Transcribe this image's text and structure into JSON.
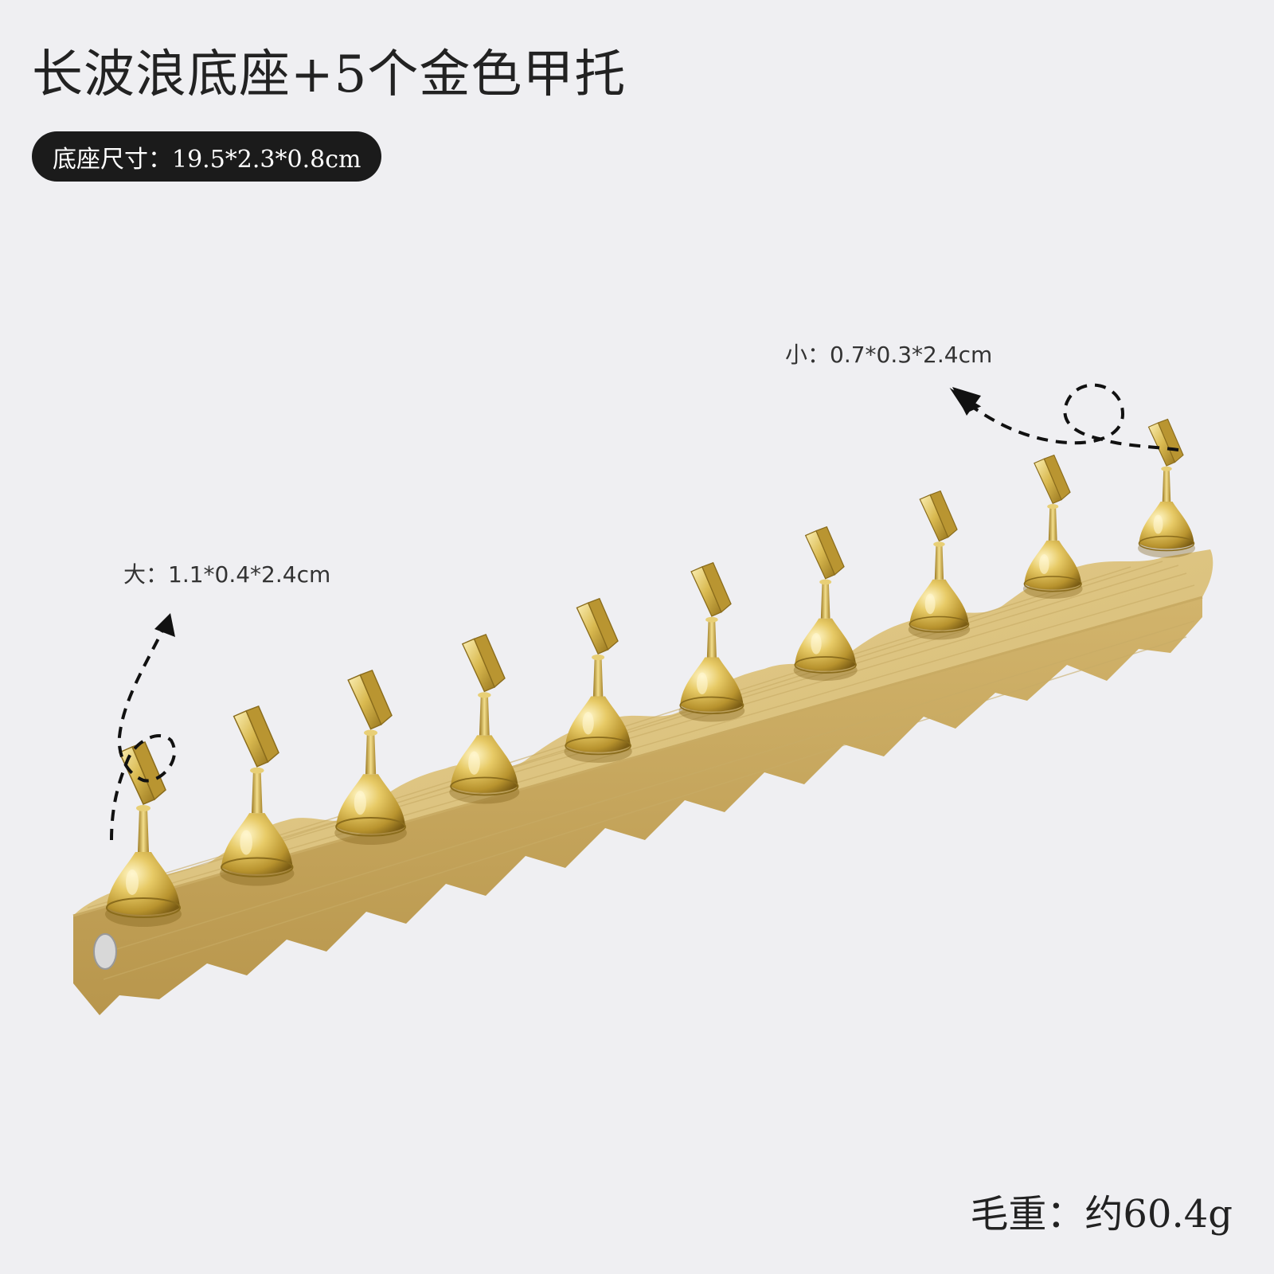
{
  "header": {
    "title": "长波浪底座+5个金色甲托",
    "base_size": "底座尺寸：19.5*2.3*0.8cm"
  },
  "annotations": {
    "small_tip": "小：0.7*0.3*2.4cm",
    "large_tip": "大：1.1*0.4*2.4cm"
  },
  "footer": {
    "weight": "毛重：约60.4g"
  },
  "product": {
    "holder_count": 10,
    "colors": {
      "wood": "#dcc27e",
      "wood_dark": "#b99a52",
      "gold": "#d8b84c",
      "gold_light": "#f6e6a0",
      "gold_dark": "#8a6c1c"
    }
  }
}
